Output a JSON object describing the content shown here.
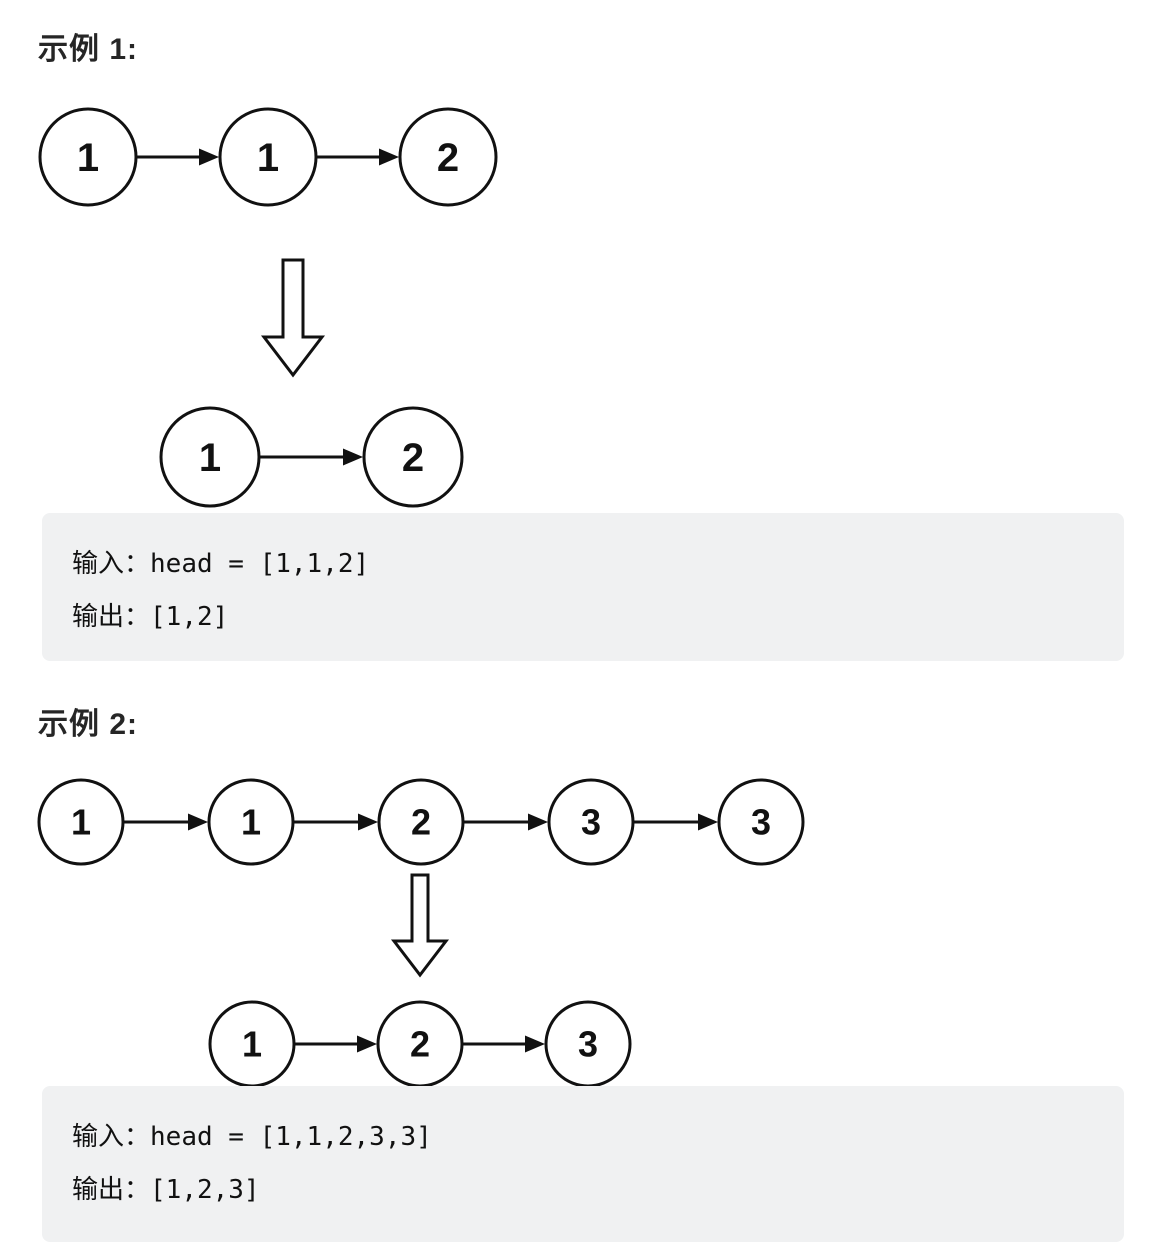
{
  "page": {
    "background": "#ffffff"
  },
  "colors": {
    "heading_text": "#262626",
    "diagram_stroke": "#111111",
    "node_fill": "#ffffff",
    "node_text": "#111111",
    "code_block_bg": "#f0f1f2",
    "code_text": "#111111"
  },
  "examples": [
    {
      "heading": "示例 1:",
      "diagram": {
        "before_nodes": [
          "1",
          "1",
          "2"
        ],
        "transform_icon": "hollow-down-arrow",
        "after_nodes": [
          "1",
          "2"
        ]
      },
      "io": {
        "input_label": "输入：",
        "input_value": "head = [1,1,2]",
        "output_label": "输出：",
        "output_value": "[1,2]"
      }
    },
    {
      "heading": "示例 2:",
      "diagram": {
        "before_nodes": [
          "1",
          "1",
          "2",
          "3",
          "3"
        ],
        "transform_icon": "hollow-down-arrow",
        "after_nodes": [
          "1",
          "2",
          "3"
        ]
      },
      "io": {
        "input_label": "输入：",
        "input_value": "head = [1,1,2,3,3]",
        "output_label": "输出：",
        "output_value": "[1,2,3]"
      }
    }
  ]
}
